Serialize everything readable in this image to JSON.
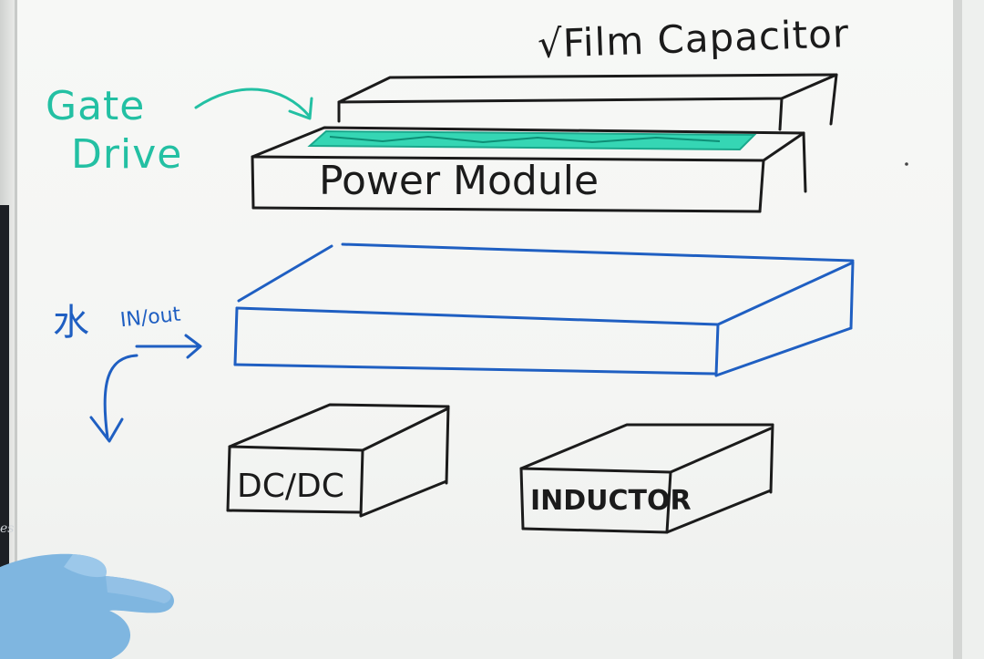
{
  "diagram": {
    "labels": {
      "film_capacitor": "√Film Capacitor",
      "gate": "Gate",
      "drive": "Drive",
      "power_module": "Power Module",
      "water": "水",
      "in_out": "IN/out",
      "dcdc": "DC/DC",
      "inductor": "INDUCTOR"
    },
    "left_edge_text": "es"
  },
  "colors": {
    "ink_black": "#1b1b1b",
    "ink_teal": "#23c0a3",
    "ink_blue": "#1f5fc2",
    "glove": "#7fb6e0"
  }
}
